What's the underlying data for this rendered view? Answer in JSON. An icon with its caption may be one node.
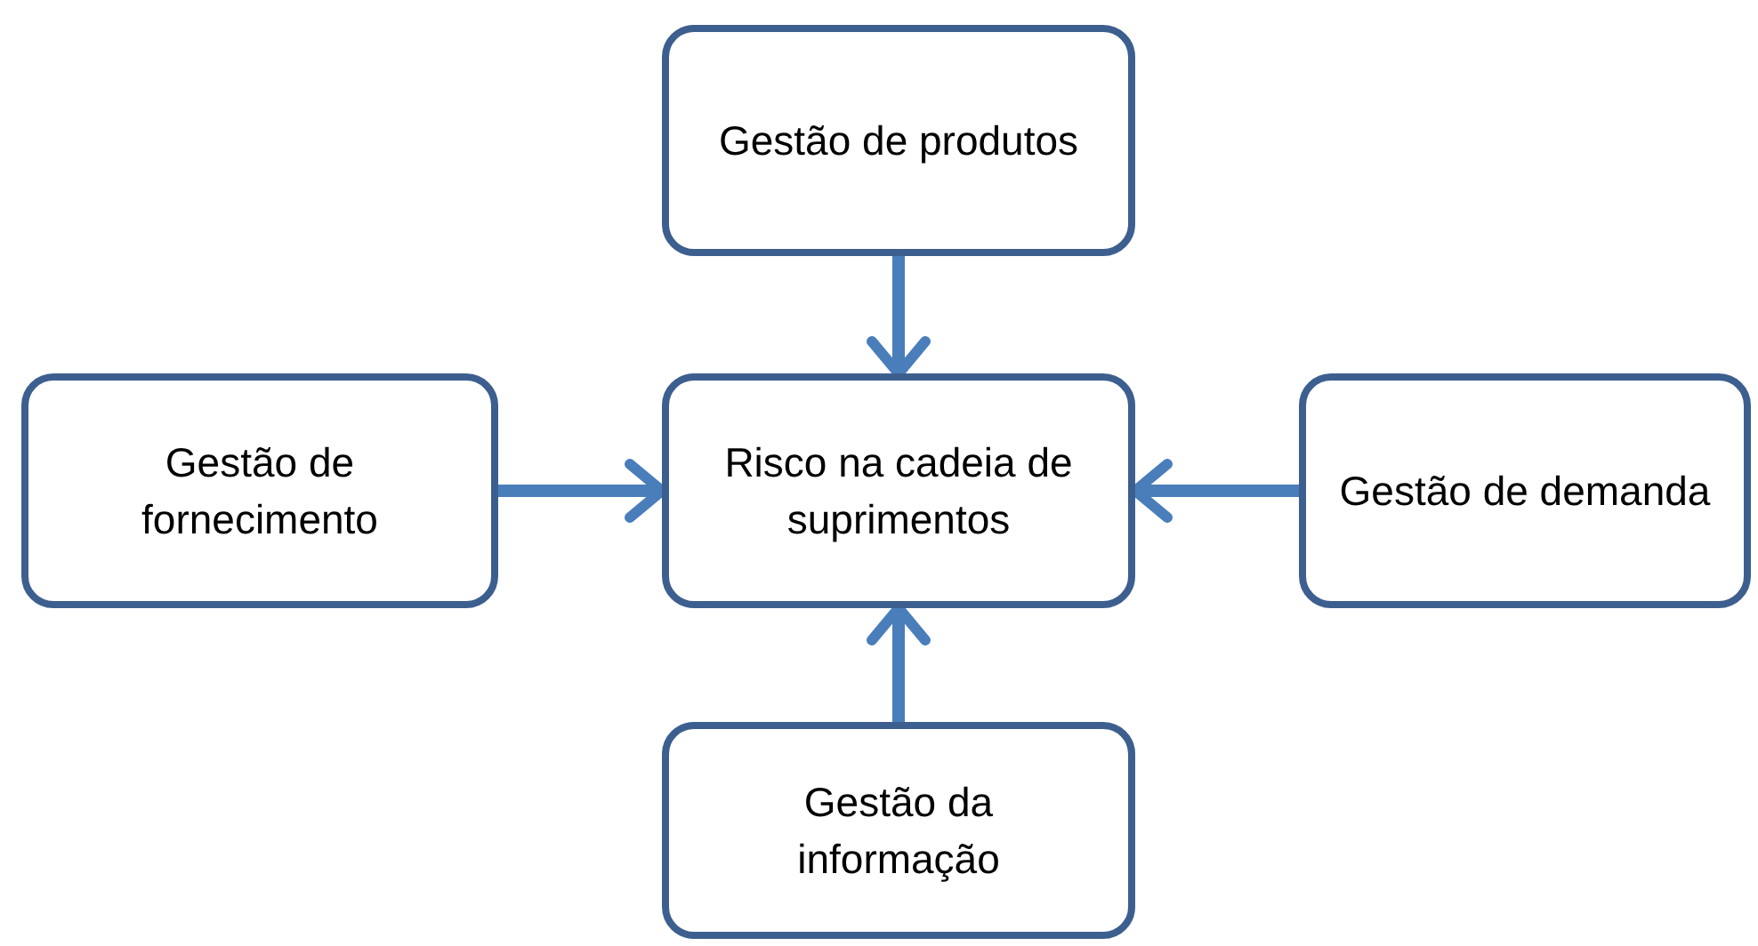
{
  "diagram": {
    "nodes": [
      {
        "text": [
          "Gestão de produtos"
        ]
      },
      {
        "text": [
          "Gestão de fornecimento"
        ]
      },
      {
        "text": [
          "Risco na cadeia de suprimentos"
        ]
      },
      {
        "text": [
          "Gestão de demanda"
        ]
      },
      {
        "text": [
          "Gestão da informação"
        ]
      }
    ],
    "edges": [
      {
        "from": 0,
        "to": 2,
        "arrow": "to"
      },
      {
        "from": 1,
        "to": 2,
        "arrow": "to"
      },
      {
        "from": 3,
        "to": 2,
        "arrow": "to"
      },
      {
        "from": 4,
        "to": 2,
        "arrow": "to"
      }
    ]
  }
}
